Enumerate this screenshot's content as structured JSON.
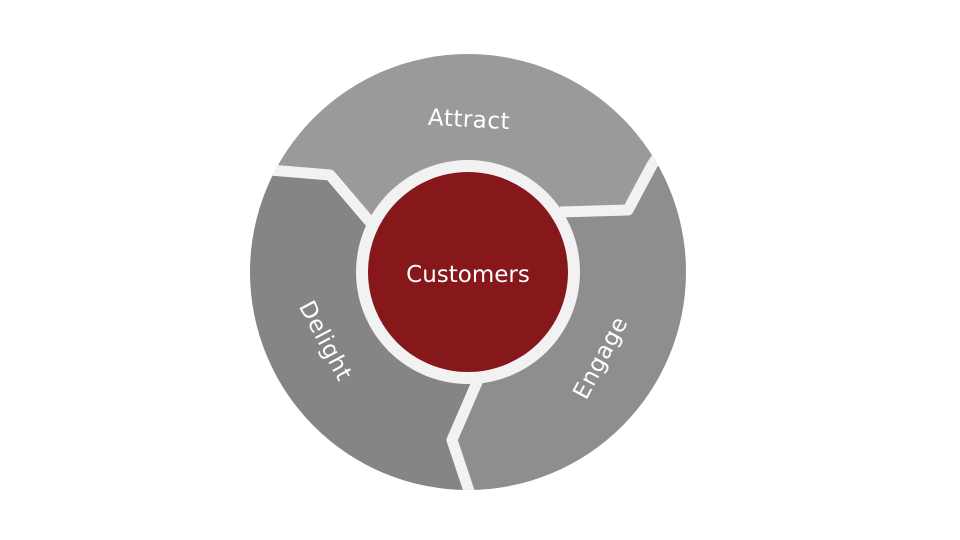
{
  "diagram": {
    "hub": {
      "label": "Customers",
      "color": "#86171b"
    },
    "segments": [
      {
        "id": "attract",
        "label": "Attract",
        "color": "#9a9a9a"
      },
      {
        "id": "engage",
        "label": "Engage",
        "color": "#8e8e8e"
      },
      {
        "id": "delight",
        "label": "Delight",
        "color": "#858585"
      }
    ],
    "divider_color": "#f2f2f2",
    "background": "#ffffff"
  }
}
